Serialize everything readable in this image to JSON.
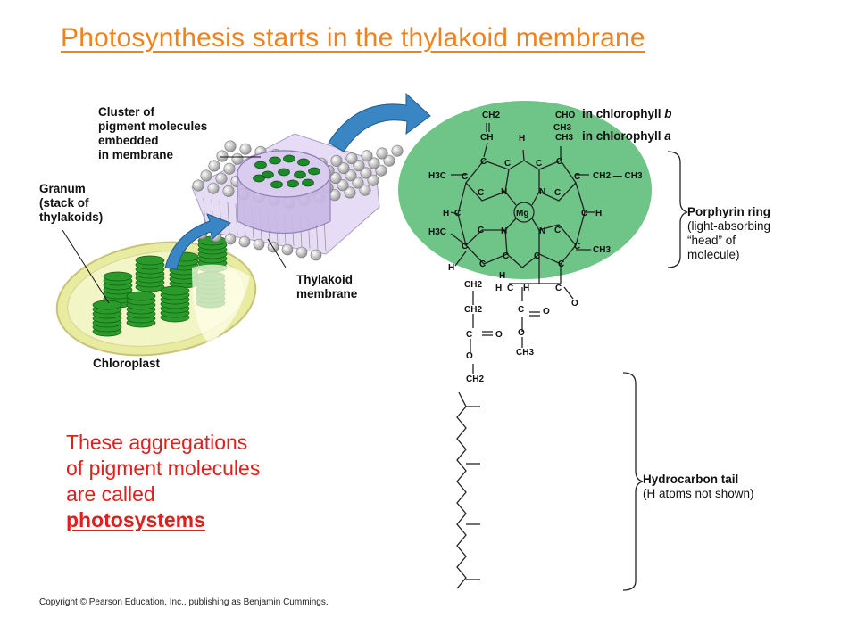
{
  "title": "Photosynthesis starts in the thylakoid membrane",
  "labels": {
    "cluster": [
      "Cluster of",
      "pigment molecules",
      "embedded",
      "in membrane"
    ],
    "granum": [
      "Granum",
      "(stack of",
      "thylakoids)"
    ],
    "thylakoid": [
      "Thylakoid",
      "membrane"
    ],
    "chloroplast": "Chloroplast",
    "chl_b": "in chlorophyll",
    "chl_b_letter": "b",
    "chl_a": "in chlorophyll",
    "chl_a_letter": "a",
    "cho": "CHO",
    "ch3_top": "CH3",
    "porphyrin": [
      "Porphyrin ring",
      "(light-absorbing",
      "“head” of",
      "molecule)"
    ],
    "tail": [
      "Hydrocarbon tail",
      "(H atoms not shown)"
    ]
  },
  "atoms": {
    "mg": "Mg",
    "n": "N",
    "c": "C",
    "h": "H",
    "o": "O",
    "ch2": "CH2",
    "ch": "CH",
    "ch3": "CH3",
    "h3c": "H3C",
    "ch2ch3": "CH2 — CH3"
  },
  "caption": {
    "lines": [
      "These aggregations",
      "of pigment molecules",
      "are called"
    ],
    "emphasis": "photosystems"
  },
  "copyright": "Copyright © Pearson Education, Inc., publishing as Benjamin Cummings.",
  "colors": {
    "title": "#f0821e",
    "caption": "#e0201c",
    "porphyrin_fill": "#6fc487",
    "arrow": "#3a86c4",
    "thylakoid": "#c9b8e6",
    "granum": "#2a9a2a",
    "chloroplast": "#e8eca0"
  }
}
